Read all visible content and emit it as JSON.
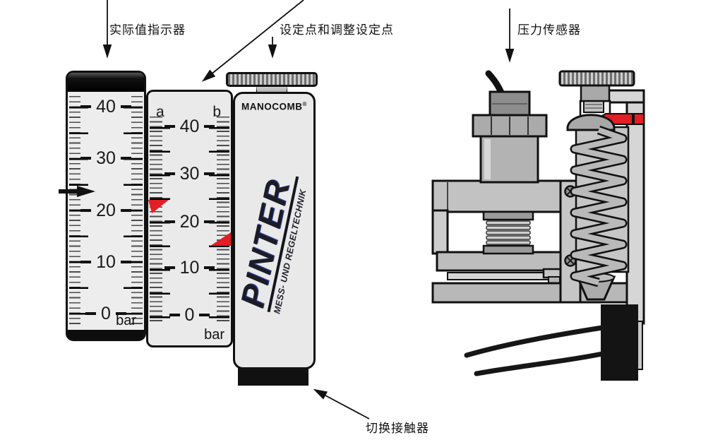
{
  "annotations": {
    "actual_value_indicator": "实际值指示器",
    "setpoint_and_adjust": "设定点和调整设定点",
    "pressure_sensor": "压力传感器",
    "switching_contactor": "切换接触器"
  },
  "device": {
    "brand": "MANOCOMB",
    "trademark": "®",
    "maker": "PINTER",
    "maker_sub": "MESS- UND REGELTECHNIK"
  },
  "actual_scale": {
    "numbers": [
      "40",
      "30",
      "20",
      "10",
      "0"
    ],
    "unit": "bar",
    "pointer_value": 23
  },
  "setpoint_scale": {
    "column_a": "a",
    "column_b": "b",
    "numbers": [
      "40",
      "30",
      "20",
      "10",
      "0"
    ],
    "unit": "bar",
    "setpoint_a_value": 22,
    "setpoint_b_value": 15
  },
  "colors": {
    "marker_red": "#e31e24",
    "outline_black": "#111111",
    "face_gray": "#ebebeb",
    "metal_gray": "#c0c0c0"
  }
}
